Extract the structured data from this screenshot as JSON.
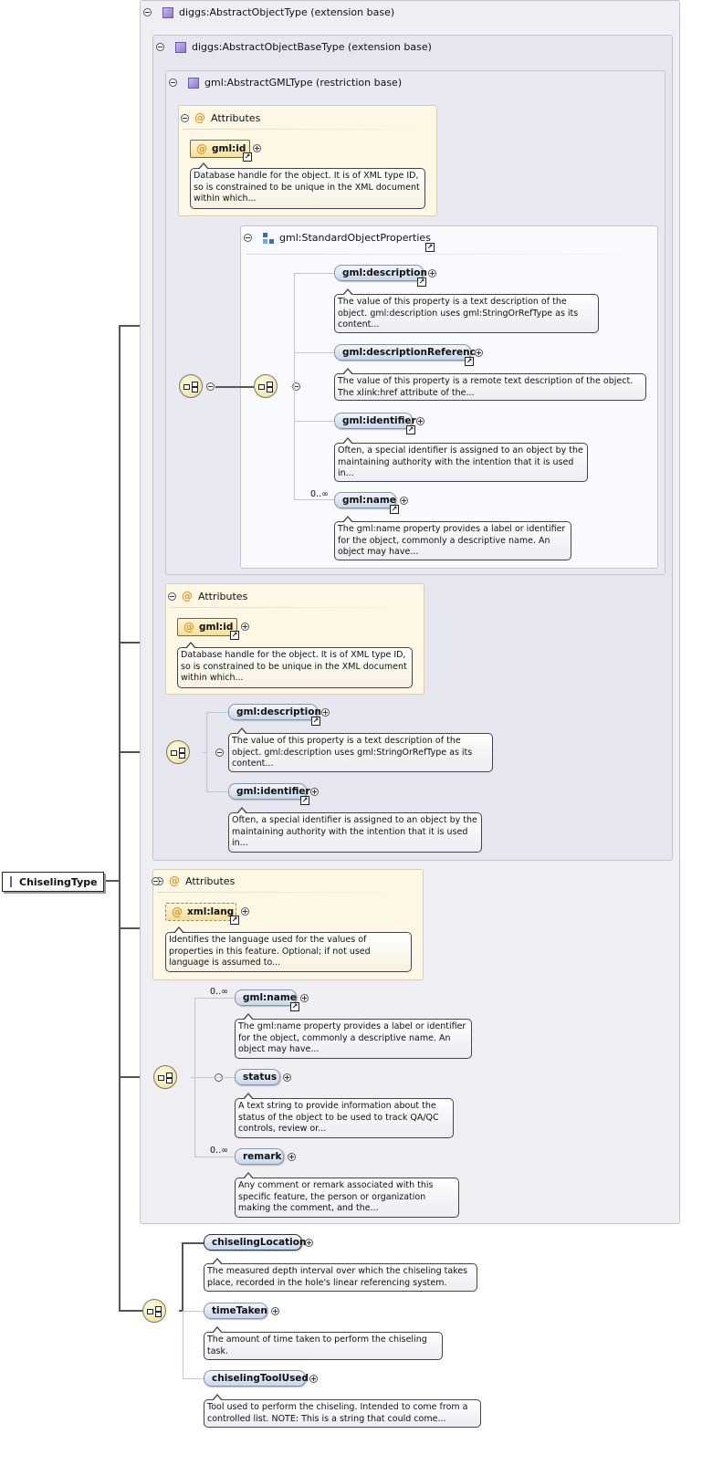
{
  "frames": {
    "abstract_object": "diggs:AbstractObjectType (extension base)",
    "abstract_object_base": "diggs:AbstractObjectBaseType (extension base)",
    "abstract_gml": "gml:AbstractGMLType (restriction base)",
    "standard_props": "gml:StandardObjectProperties"
  },
  "attributes_label": "Attributes",
  "root": "ChiselingType",
  "attrs": {
    "gml_id": "gml:id",
    "gml_id_doc": "Database handle for the object. It is of XML type ID, so is constrained to be unique in the XML document within which...",
    "xml_lang": "xml:lang",
    "xml_lang_doc": "Identifies the language used for the values of properties in this feature. Optional; if not used language is assumed to..."
  },
  "elements": {
    "description": "gml:description",
    "description_doc": "The value of this property is a text description of the object. gml:description uses gml:StringOrRefType as its content...",
    "description_ref": "gml:descriptionReference",
    "description_ref_doc": "The value of this property is a remote text description of the object. The xlink:href attribute of the...",
    "identifier": "gml:identifier",
    "identifier_doc": "Often, a special identifier is assigned to an object by the maintaining authority with the intention that it is used in...",
    "name": "gml:name",
    "name_doc": "The gml:name property provides a label or identifier for the object, commonly a descriptive name. An object may have...",
    "status": "status",
    "status_doc": "A text string to provide information about the status of the object to be used to track QA/QC controls, review or...",
    "remark": "remark",
    "remark_doc": "Any comment or remark associated with this specific feature, the person or organization making the comment, and the...",
    "chiseling_location": "chiselingLocation",
    "chiseling_location_doc": "The measured depth interval over which the chiseling takes place, recorded in the hole's linear referencing system.",
    "time_taken": "timeTaken",
    "time_taken_doc": "The amount of time taken to perform the chiseling task.",
    "chiseling_tool": "chiselingToolUsed",
    "chiseling_tool_doc": "Tool used to perform the chiseling. Intended to come from a controlled list. NOTE: This is a string that could come..."
  },
  "cardinality": {
    "many": "0..∞"
  },
  "icons": {
    "attribute": "at-icon",
    "type": "complex-type-icon",
    "group": "model-group-icon",
    "sequence": "sequence-icon",
    "reference": "reference-arrow-icon"
  }
}
